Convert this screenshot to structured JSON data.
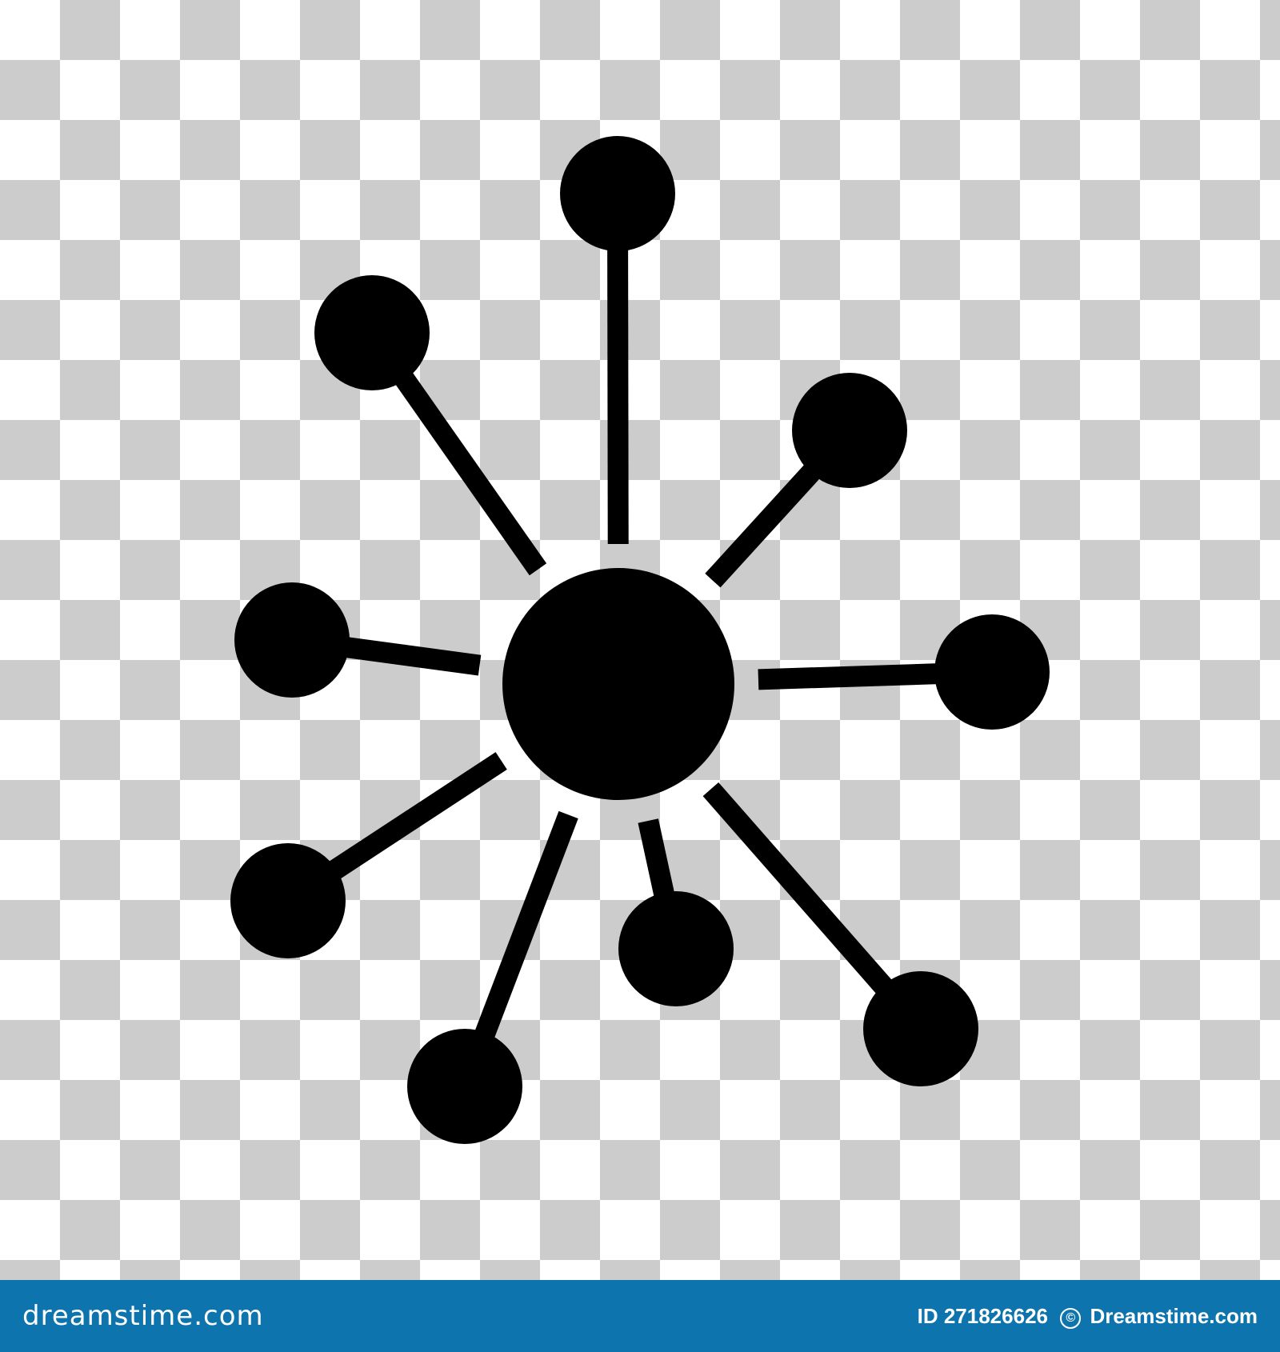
{
  "image": {
    "subject": "network hub icon",
    "background_pattern": "checkerboard",
    "colors": {
      "icon": "#000000",
      "checker_light": "#ffffff",
      "checker_dark": "#cccccc",
      "footer_bar": "#0e74ad",
      "footer_text": "#ffffff"
    },
    "hub_count": 1,
    "satellite_count": 9
  },
  "footer": {
    "brand": "dreamstime.com",
    "id_prefix": "ID",
    "id_number": "271826626",
    "copyright_symbol": "©",
    "credit": "Dreamstime.com"
  }
}
